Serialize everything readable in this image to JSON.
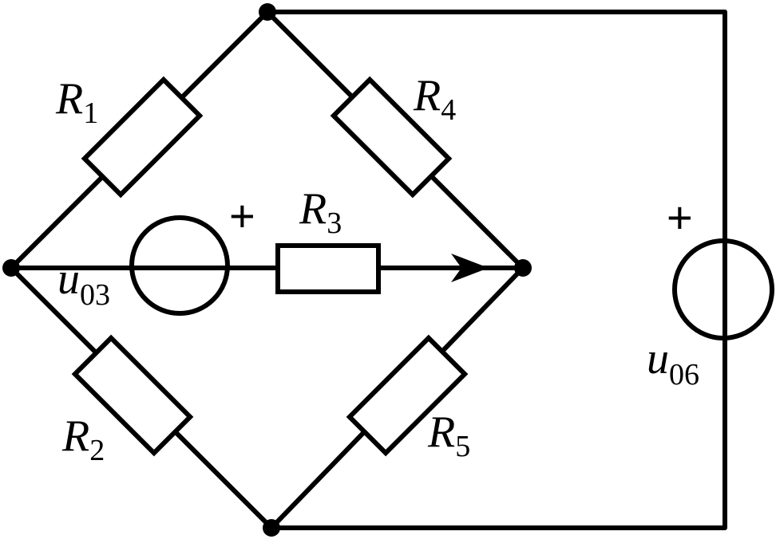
{
  "labels": {
    "r1": {
      "main": "R",
      "sub": "1"
    },
    "r2": {
      "main": "R",
      "sub": "2"
    },
    "r3": {
      "main": "R",
      "sub": "3"
    },
    "r4": {
      "main": "R",
      "sub": "4"
    },
    "r5": {
      "main": "R",
      "sub": "5"
    },
    "u03": {
      "main": "u",
      "sub": "03"
    },
    "u06": {
      "main": "u",
      "sub": "06"
    }
  },
  "polarity": {
    "u03": "+",
    "u06": "+"
  }
}
